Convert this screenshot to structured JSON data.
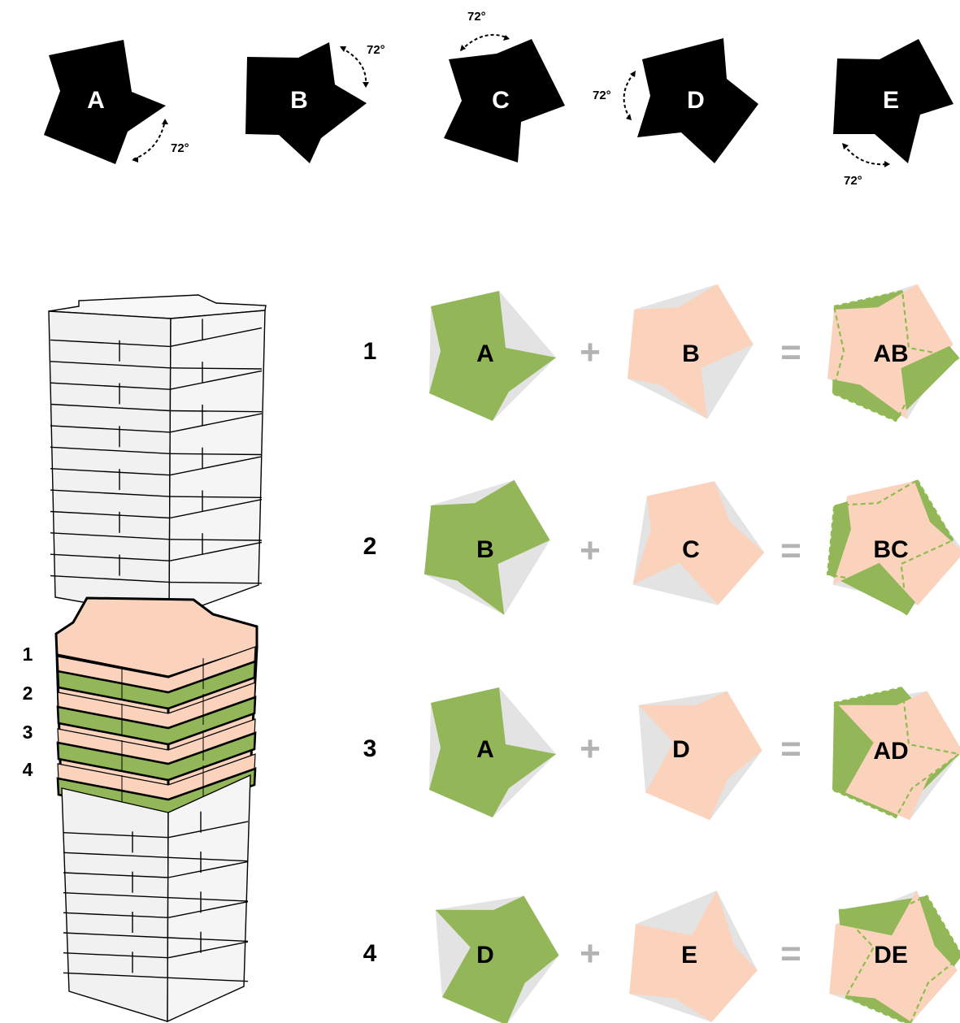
{
  "colors": {
    "black": "#000000",
    "green": "#93b758",
    "peach": "#fbd3bd",
    "shadow": "#e3e3e3",
    "tower_block": "#f1f1f1",
    "operator": "#b3b3b3",
    "dash": "#8fbc4f",
    "white": "#ffffff"
  },
  "top_row": {
    "angle_label": "72°",
    "shapes": [
      {
        "letter": "A",
        "rotation_deg": 0
      },
      {
        "letter": "B",
        "rotation_deg": 72
      },
      {
        "letter": "C",
        "rotation_deg": 144
      },
      {
        "letter": "D",
        "rotation_deg": 216
      },
      {
        "letter": "E",
        "rotation_deg": 288
      }
    ]
  },
  "tower": {
    "floor_labels": [
      "1",
      "2",
      "3",
      "4"
    ]
  },
  "combinations": [
    {
      "index": "1",
      "first": "A",
      "second": "B",
      "result": "AB",
      "first_rotation": 0,
      "second_rotation": 72
    },
    {
      "index": "2",
      "first": "B",
      "second": "C",
      "result": "BC",
      "first_rotation": 72,
      "second_rotation": 144
    },
    {
      "index": "3",
      "first": "A",
      "second": "D",
      "result": "AD",
      "first_rotation": 0,
      "second_rotation": 216
    },
    {
      "index": "4",
      "first": "D",
      "second": "E",
      "result": "DE",
      "first_rotation": 216,
      "second_rotation": 288
    }
  ],
  "operators": {
    "plus": "+",
    "equals": "="
  }
}
